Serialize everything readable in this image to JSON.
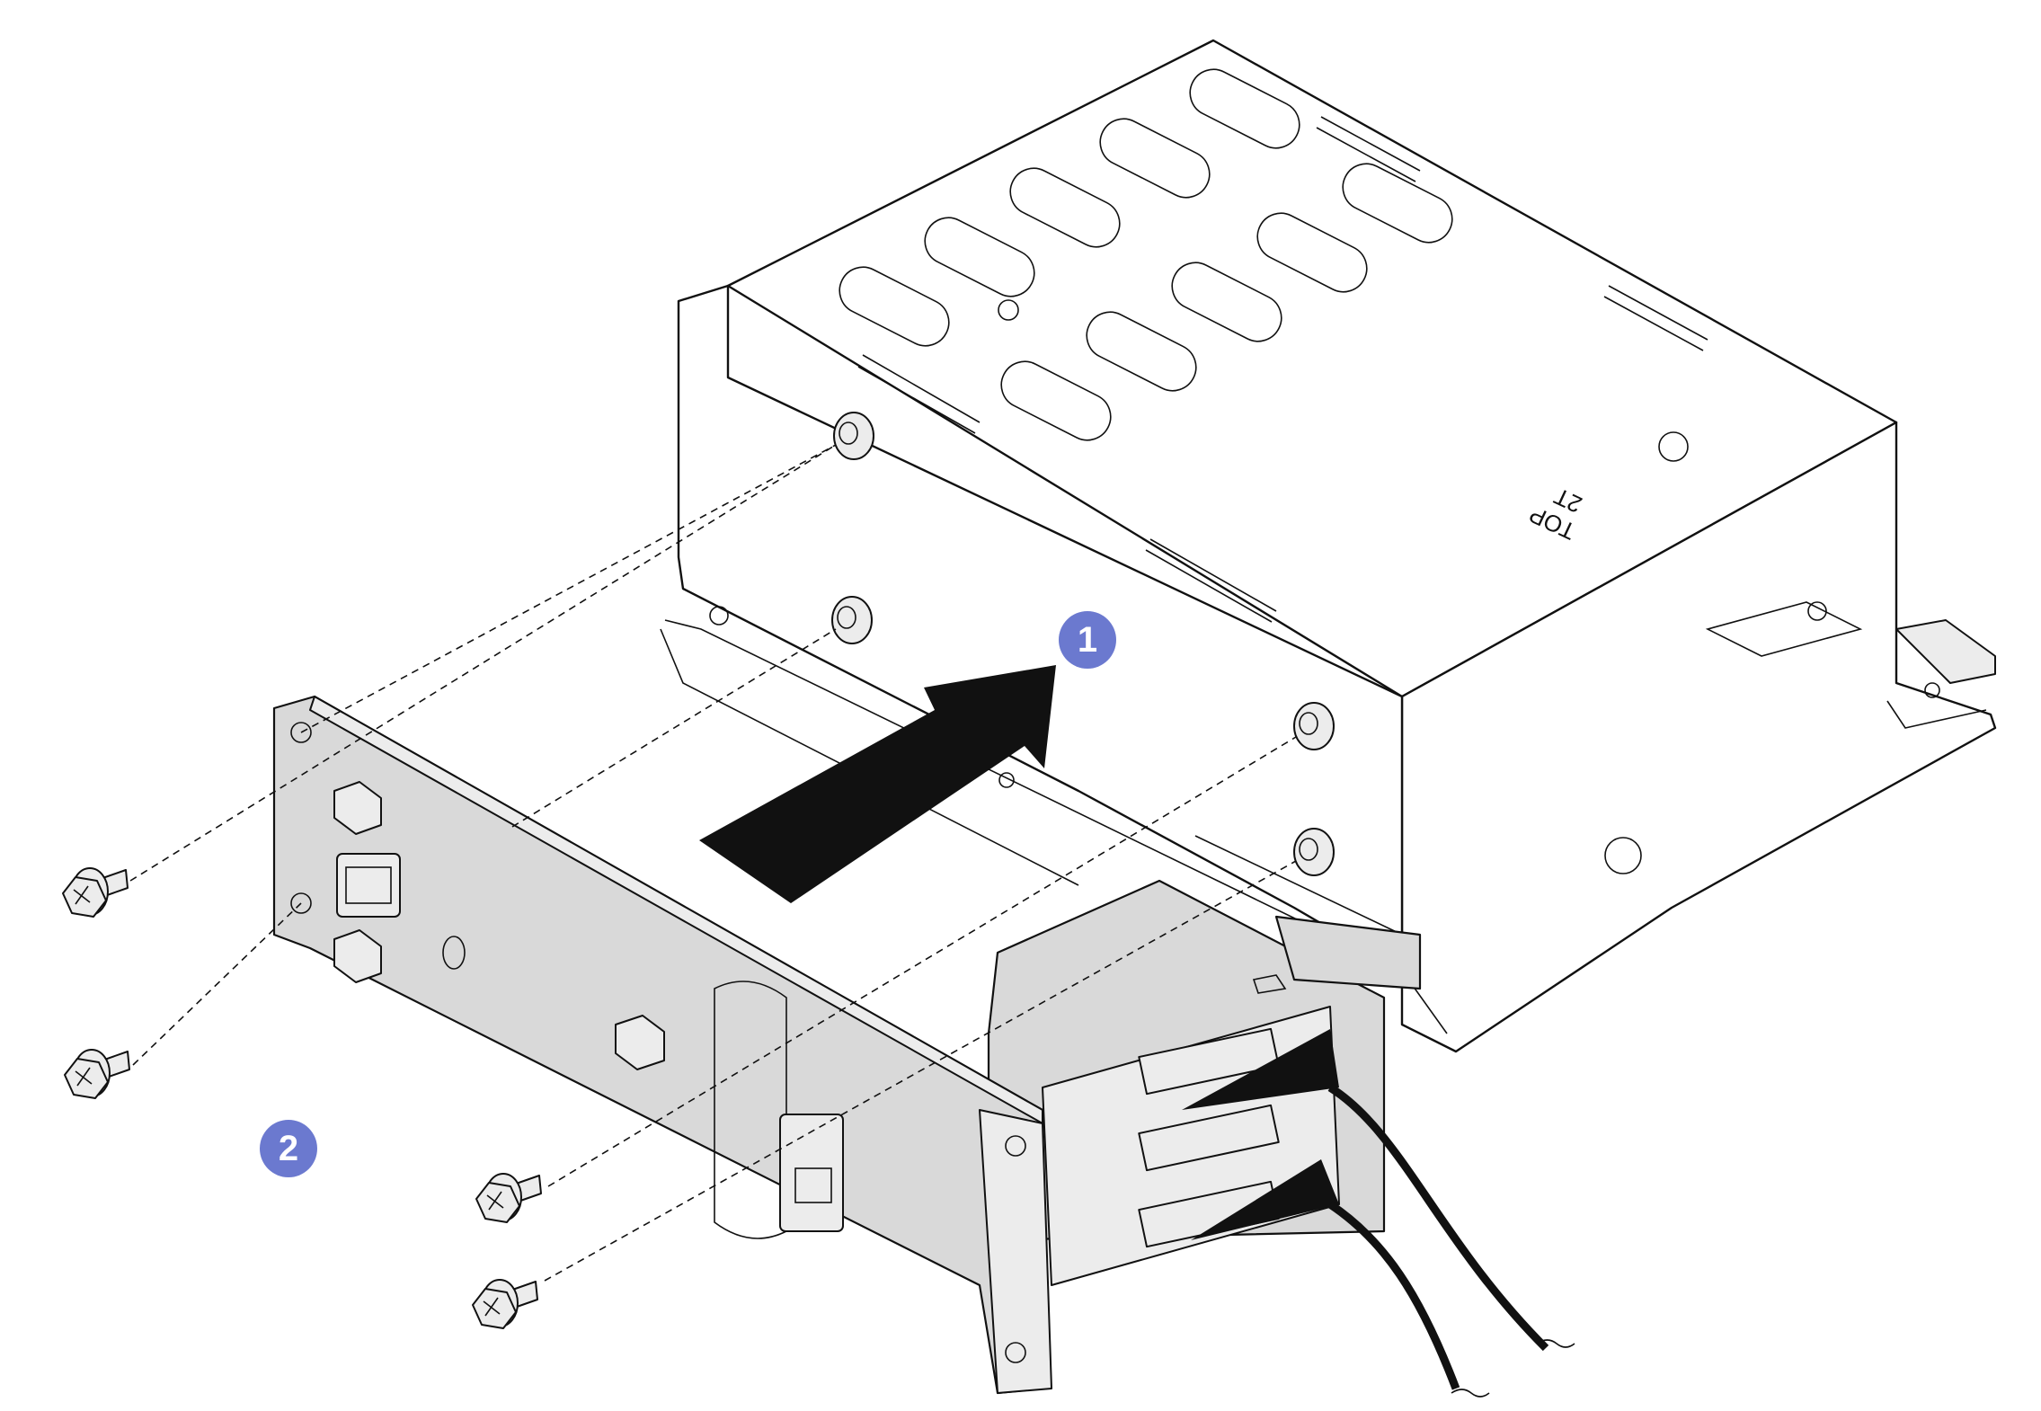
{
  "figure": {
    "steps": [
      {
        "number": "1",
        "color": "#6b79cf"
      },
      {
        "number": "2",
        "color": "#6b79cf"
      }
    ],
    "cage_marking": "TOP\n2T",
    "cage_marking_lines": [
      "TOP",
      "2T"
    ],
    "icons": [
      "install-arrow-icon",
      "screw-icon"
    ]
  }
}
